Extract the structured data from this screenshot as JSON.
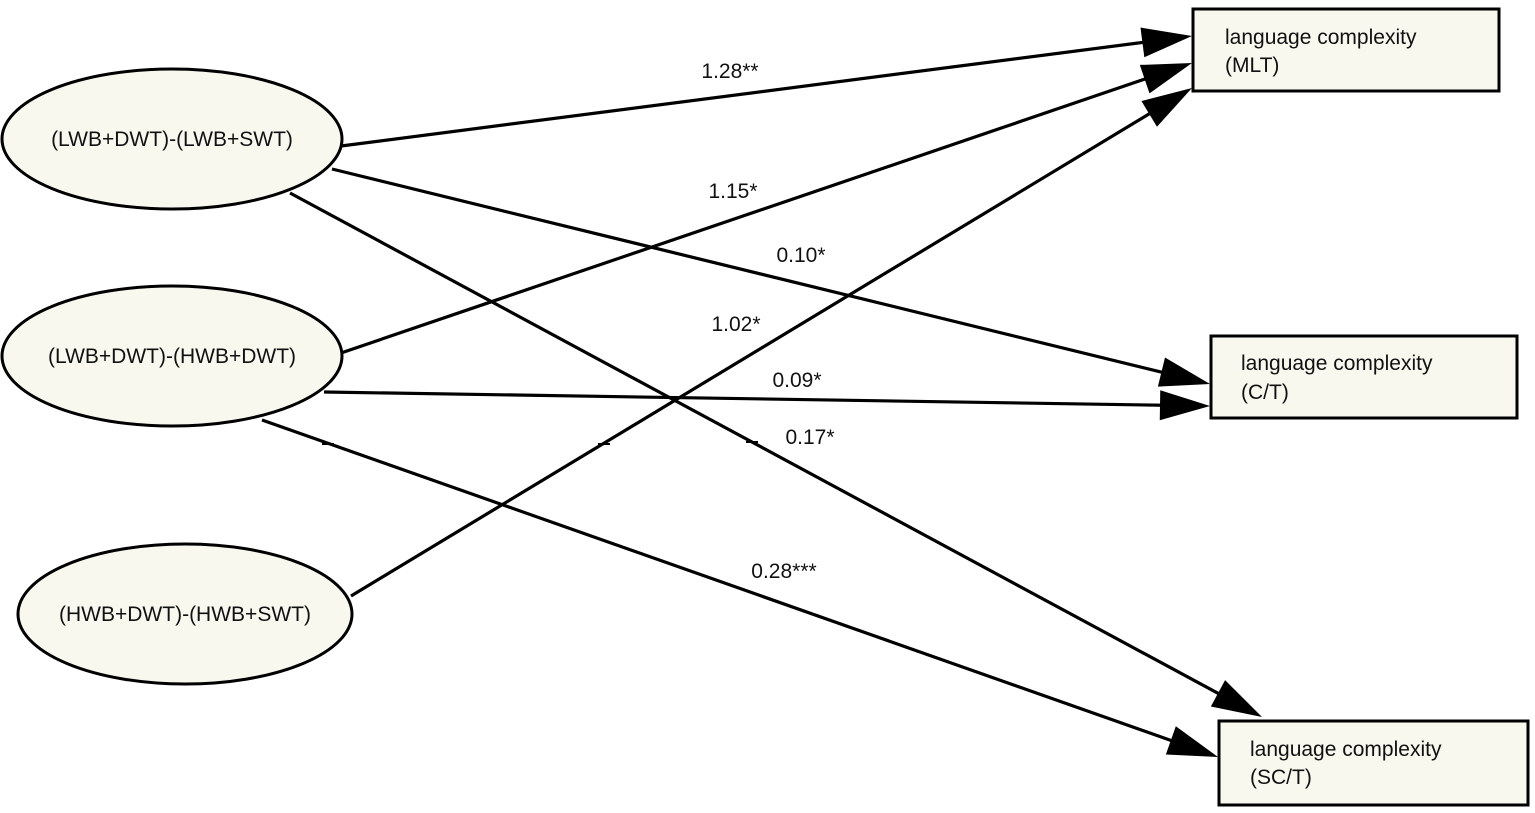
{
  "diagram": {
    "type": "path-diagram",
    "sources": [
      {
        "id": "s1",
        "label": "(LWB+DWT)-(LWB+SWT)"
      },
      {
        "id": "s2",
        "label": "(LWB+DWT)-(HWB+DWT)"
      },
      {
        "id": "s3",
        "label": "(HWB+DWT)-(HWB+SWT)"
      }
    ],
    "targets": [
      {
        "id": "t1",
        "line1": "language complexity",
        "line2": "(MLT)"
      },
      {
        "id": "t2",
        "line1": "language complexity",
        "line2": "(C/T)"
      },
      {
        "id": "t3",
        "line1": "language complexity",
        "line2": "(SC/T)"
      }
    ],
    "paths": [
      {
        "from": "s1",
        "to": "t1",
        "label": "1.28**"
      },
      {
        "from": "s2",
        "to": "t1",
        "label": "1.15*"
      },
      {
        "from": "s1",
        "to": "t2",
        "label": "0.10*"
      },
      {
        "from": "s3",
        "to": "t1",
        "label": "1.02*"
      },
      {
        "from": "s2",
        "to": "t2",
        "label": "0.09*"
      },
      {
        "from": "s1",
        "to": "t3",
        "label": "0.17*"
      },
      {
        "from": "s2",
        "to": "t3",
        "label": "0.28***"
      }
    ],
    "colors": {
      "node_fill": "#f8f8ef",
      "stroke": "#000000"
    }
  }
}
